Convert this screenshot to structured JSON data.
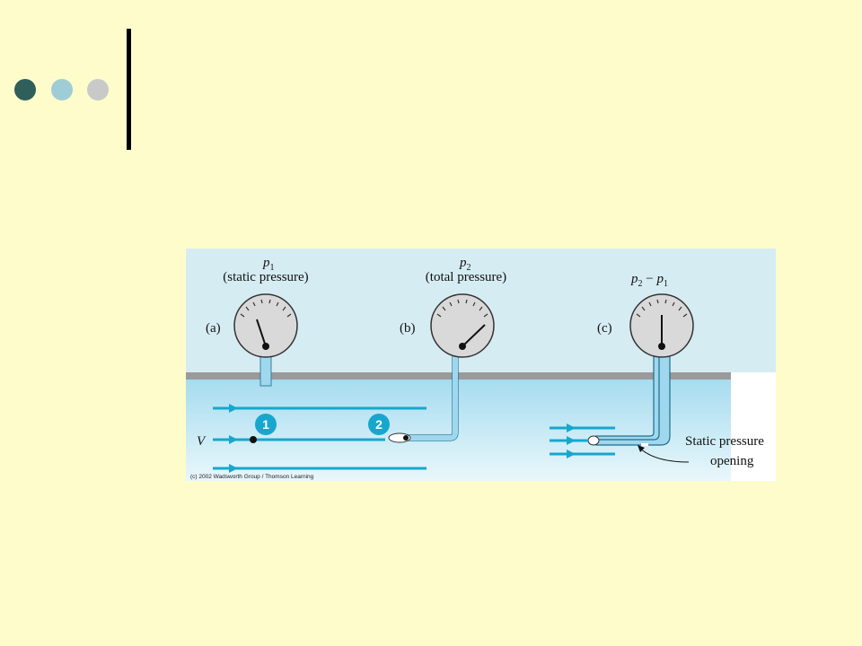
{
  "slide": {
    "bullet_colors": [
      "#2F5F5B",
      "#9FCDD5",
      "#C8CACA"
    ],
    "background": "#FFFCCC"
  },
  "figure": {
    "gauges": [
      {
        "id": "a",
        "tag": "(a)",
        "symbol": "p",
        "subscript": "1",
        "caption": "(static pressure)"
      },
      {
        "id": "b",
        "tag": "(b)",
        "symbol": "p",
        "subscript": "2",
        "caption": "(total pressure)"
      },
      {
        "id": "c",
        "tag": "(c)",
        "symbol_html": "p2 − p1"
      }
    ],
    "point_1": "1",
    "point_2": "2",
    "velocity_label": "V",
    "static_opening_line1": "Static pressure",
    "static_opening_line2": "opening",
    "credit": "(c) 2002 Wadsworth Group / Thomson Learning",
    "colors": {
      "fluid": "#A6DCEF",
      "wall": "#999999",
      "tube": "#9FD8EE",
      "arrow": "#17A7CE",
      "gauge_face": "#D9D9D9"
    }
  }
}
